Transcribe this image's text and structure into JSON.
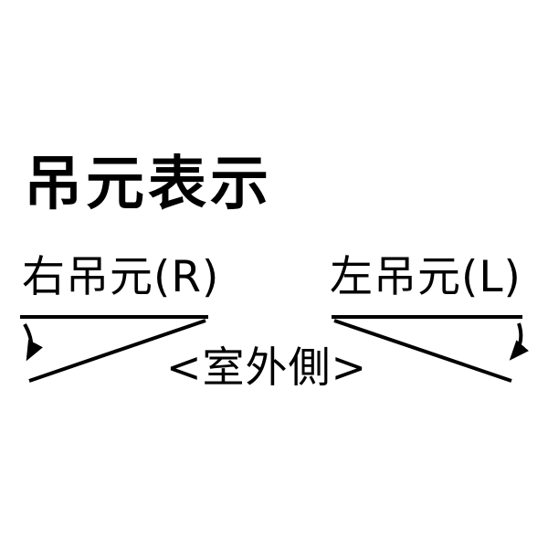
{
  "page": {
    "title": "吊元表示",
    "background": "#ffffff"
  },
  "colors": {
    "ink": "#000000"
  },
  "diagram": {
    "left": {
      "label": "右吊元(R)",
      "hinge_side": "right-hinge",
      "arrow_direction": "down-left"
    },
    "right": {
      "label": "左吊元(L)",
      "hinge_side": "left-hinge",
      "arrow_direction": "down-left"
    },
    "center_label": "<室外側>"
  }
}
